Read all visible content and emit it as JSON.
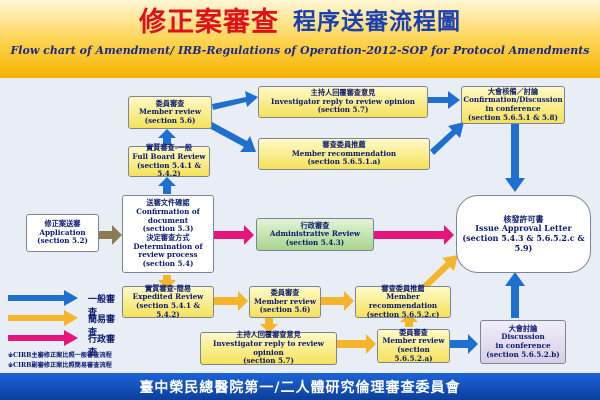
{
  "title": {
    "red": "修正案審查",
    "blue": "程序送審流程圖",
    "english": "Flow chart of Amendment/ IRB-Regulations of Operation-2012-SOP for Protocol Amendments"
  },
  "boxes": {
    "application": {
      "zh": "修正案送審",
      "en": "Application",
      "sec": "(section 5.2)"
    },
    "confirm": {
      "zh": "送審文件確認",
      "en1": "Confirmation of",
      "en2": "document",
      "sec1": "(section 5.3)",
      "zh2": "決定審查方式",
      "en3": "Determination of",
      "en4": "review process",
      "sec2": "(section 5.4)"
    },
    "full_board": {
      "zh": "實質審查-一般",
      "en": "Full Board Review",
      "sec": "(section 5.4.1 & 5.4.2)"
    },
    "member_top": {
      "zh": "委員審查",
      "en": "Member review",
      "sec": "(section 5.6)"
    },
    "investigator_top": {
      "zh": "主持人回覆審查意見",
      "en": "Investigator reply to review opinion",
      "sec": "(section 5.7)"
    },
    "recommend_top": {
      "zh": "審查委員推薦",
      "en": "Member recommendation",
      "sec": "(section 5.6.5.1.a)"
    },
    "meeting_top": {
      "zh": "大會核備／討論",
      "en1": "Confirmation/Discussion",
      "en2": "in conference",
      "sec": "(section 5.6.5.1 & 5.8)"
    },
    "admin": {
      "zh": "行政審查",
      "en": "Administrative Review",
      "sec": "(section 5.4.3)"
    },
    "approval": {
      "zh": "核發許可書",
      "en": "Issue Approval Letter",
      "sec": "(section 5.4.3 & 5.6.5.2.c & 5.9)"
    },
    "expedited": {
      "zh": "實質審查-簡易",
      "en": "Expedited Review",
      "sec": "(section 5.4.1 & 5.4.2)"
    },
    "member_mid": {
      "zh": "委員審查",
      "en": "Member review",
      "sec": "(section 5.6)"
    },
    "recommend_bot": {
      "zh": "審查委員推薦",
      "en": "Member recommendation",
      "sec": "(section 5.6.5.2.c)"
    },
    "investigator_bot": {
      "zh": "主持人回覆審查意見",
      "en": "Investigator reply to review opinion",
      "sec": "(section 5.7)"
    },
    "member_bot": {
      "zh": "委員審查",
      "en": "Member review",
      "sec": "(section 5.6.5.2.a)"
    },
    "meeting_bot": {
      "zh": "大會討論",
      "en1": "Discussion",
      "en2": "in conference",
      "sec": "(section 5.6.5.2.b)"
    }
  },
  "legend": {
    "general": "一般審查",
    "expedited": "簡易審查",
    "admin": "行政審查",
    "colors": {
      "general": "#1f6fd1",
      "expedited": "#f5b52a",
      "admin": "#e5157a",
      "start": "#8b7a52"
    }
  },
  "notes": [
    "※CIRB主審修正案比照一般審查流程",
    "※CIRB副審修正案比照簡易審查流程"
  ],
  "footer": "臺中榮民總醫院第一/二人體研究倫理審查委員會"
}
